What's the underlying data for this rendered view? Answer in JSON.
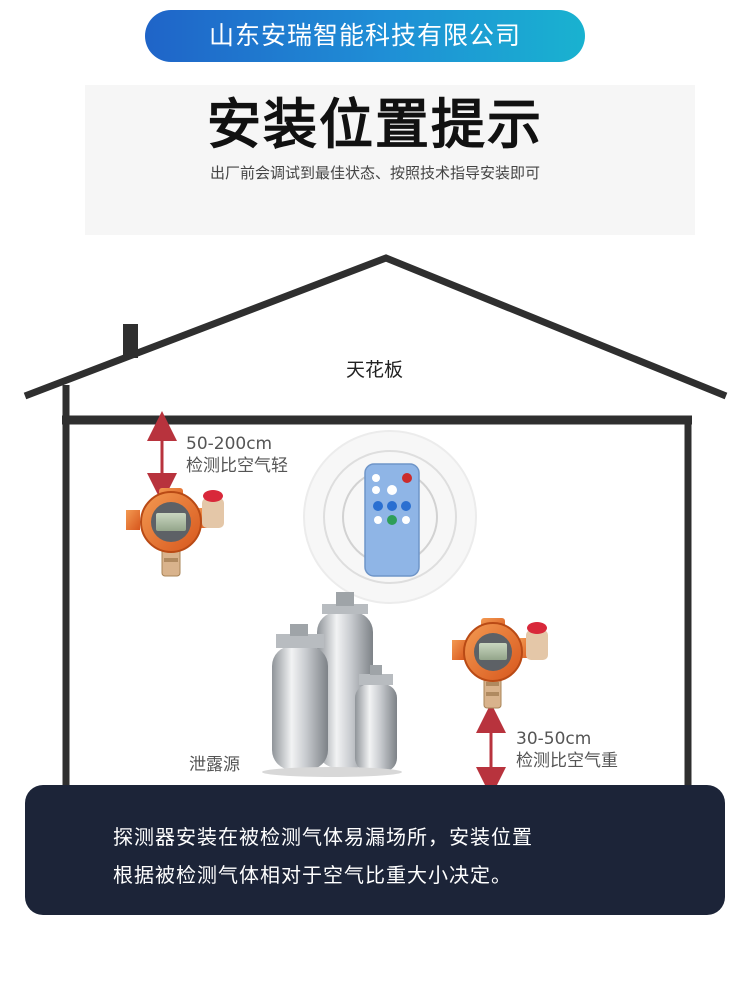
{
  "header": {
    "company": "山东安瑞智能科技有限公司",
    "title": "安装位置提示",
    "subtitle": "出厂前会调试到最佳状态、按照技术指导安装即可"
  },
  "diagram": {
    "ceiling_label": "天花板",
    "upper_distance": "50-200cm",
    "upper_note": "检测比空气轻",
    "lower_distance": "30-50cm",
    "lower_note": "检测比空气重",
    "source_label": "泄露源"
  },
  "note": {
    "line1": "探测器安装在被检测气体易漏场所，安装位置",
    "line2": "根据被检测气体相对于空气比重大小决定。"
  },
  "colors": {
    "banner_start": "#1f64c8",
    "banner_end": "#19b2d0",
    "house_outline": "#2f2f2f",
    "arrow": "#b8333d",
    "detector_orange": "#e8702a",
    "note_background": "#1c2438"
  },
  "icons": [
    "gas-detector-icon",
    "remote-control-icon",
    "gas-cylinder-icon",
    "alarm-lamp-icon"
  ]
}
